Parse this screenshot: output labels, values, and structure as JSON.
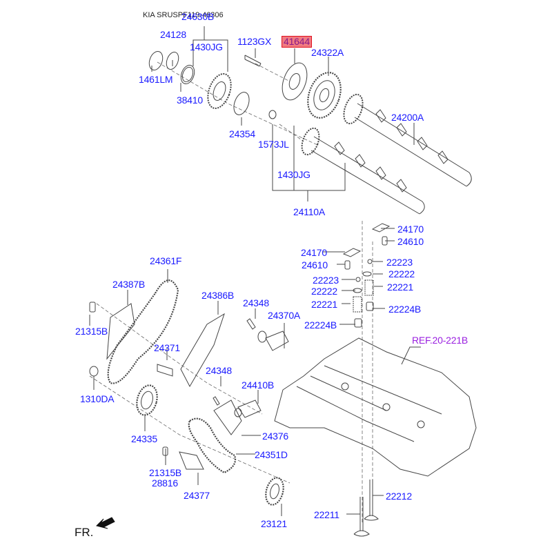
{
  "diagram": {
    "title": "KIA SRUSPF119-46306",
    "front_marker": "FR.",
    "colors": {
      "label": "#1a1aff",
      "highlight_fill": "#f07a80",
      "highlight_border": "#e0101e",
      "reference": "#9a1fe0",
      "line_art": "#444444"
    },
    "highlighted_part": "41644",
    "reference_label": "REF.20-221B",
    "labels": {
      "p24630B": "24630B",
      "p24128": "24128",
      "p1430JG_top": "1430JG",
      "p1123GX": "1123GX",
      "p41644": "41644",
      "p24322A": "24322A",
      "p1461LM": "1461LM",
      "p38410": "38410",
      "p24354": "24354",
      "p1573JL": "1573JL",
      "p24200A": "24200A",
      "p1430JG_mid": "1430JG",
      "p24110A": "24110A",
      "p24170_r": "24170",
      "p24610_r": "24610",
      "p24170_l": "24170",
      "p24610_l": "24610",
      "p22223_r": "22223",
      "p22222_r": "22222",
      "p22223_l": "22223",
      "p22221_r": "22221",
      "p22222_l": "22222",
      "p22221_l": "22221",
      "p22224B_r": "22224B",
      "p22224B_l": "22224B",
      "p24361F": "24361F",
      "p24387B": "24387B",
      "p24386B": "24386B",
      "p24348_top": "24348",
      "p24370A": "24370A",
      "p21315B_top": "21315B",
      "p24371": "24371",
      "p24348_mid": "24348",
      "p24410B": "24410B",
      "p1310DA": "1310DA",
      "p24335": "24335",
      "p24376": "24376",
      "p24351D": "24351D",
      "p21315B_bot": "21315B",
      "p28816": "28816",
      "p24377": "24377",
      "p22212": "22212",
      "p22211": "22211",
      "p23121": "23121"
    }
  }
}
